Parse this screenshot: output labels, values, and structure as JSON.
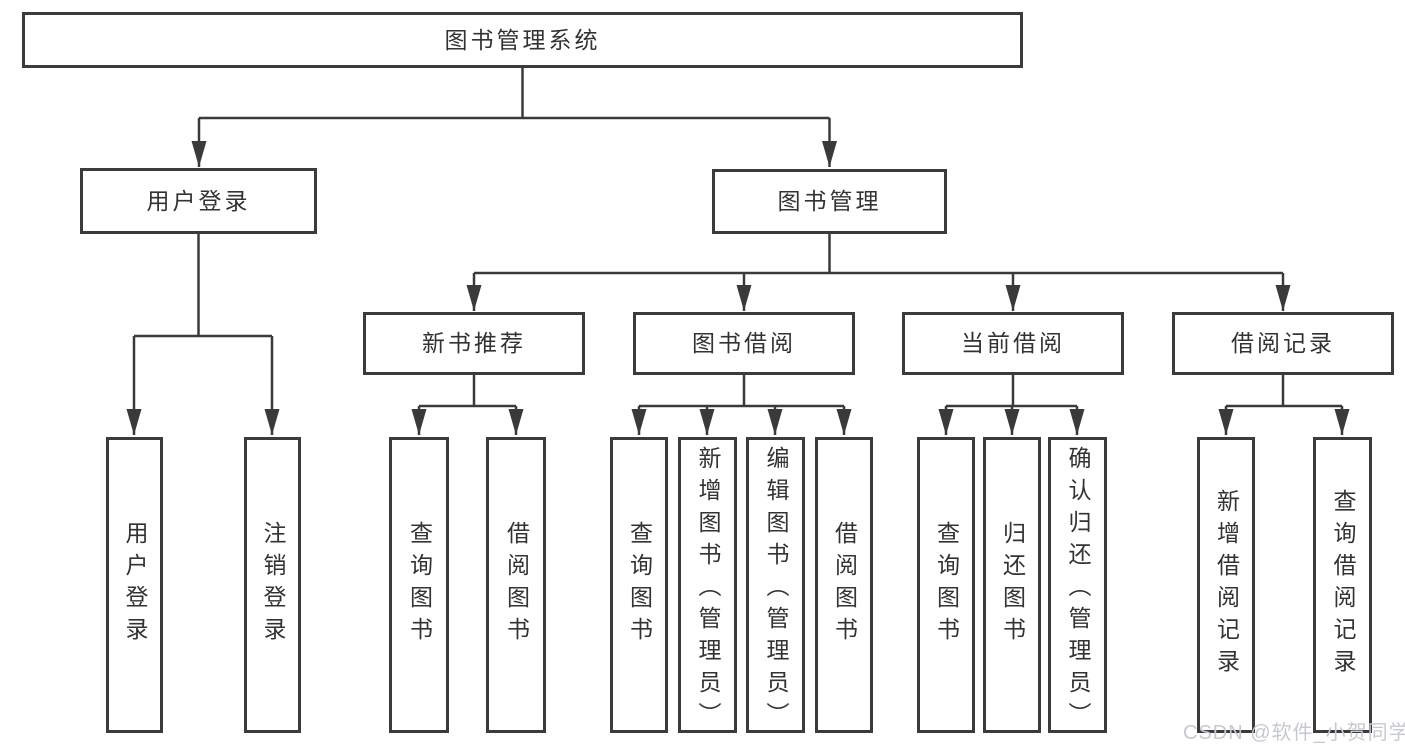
{
  "diagram": {
    "root": {
      "label": "图书管理系统",
      "children": [
        {
          "label": "用户登录",
          "children": [
            {
              "label": "用户登录"
            },
            {
              "label": "注销登录"
            }
          ]
        },
        {
          "label": "图书管理",
          "children": [
            {
              "label": "新书推荐",
              "children": [
                {
                  "label": "查询图书"
                },
                {
                  "label": "借阅图书"
                }
              ]
            },
            {
              "label": "图书借阅",
              "children": [
                {
                  "label": "查询图书"
                },
                {
                  "label": "新增图书（管理员）"
                },
                {
                  "label": "编辑图书（管理员）"
                },
                {
                  "label": "借阅图书"
                }
              ]
            },
            {
              "label": "当前借阅",
              "children": [
                {
                  "label": "查询图书"
                },
                {
                  "label": "归还图书"
                },
                {
                  "label": "确认归还（管理员）"
                }
              ]
            },
            {
              "label": "借阅记录",
              "children": [
                {
                  "label": "新增借阅记录"
                },
                {
                  "label": "查询借阅记录"
                }
              ]
            }
          ]
        }
      ]
    }
  },
  "watermark": {
    "text": "CSDN @软件_小贺同学"
  },
  "colors": {
    "box_border": "#3b3b3b",
    "connector": "#3a3a3a",
    "text": "#333333",
    "watermark": "#c6c9ce",
    "background": "#ffffff"
  }
}
